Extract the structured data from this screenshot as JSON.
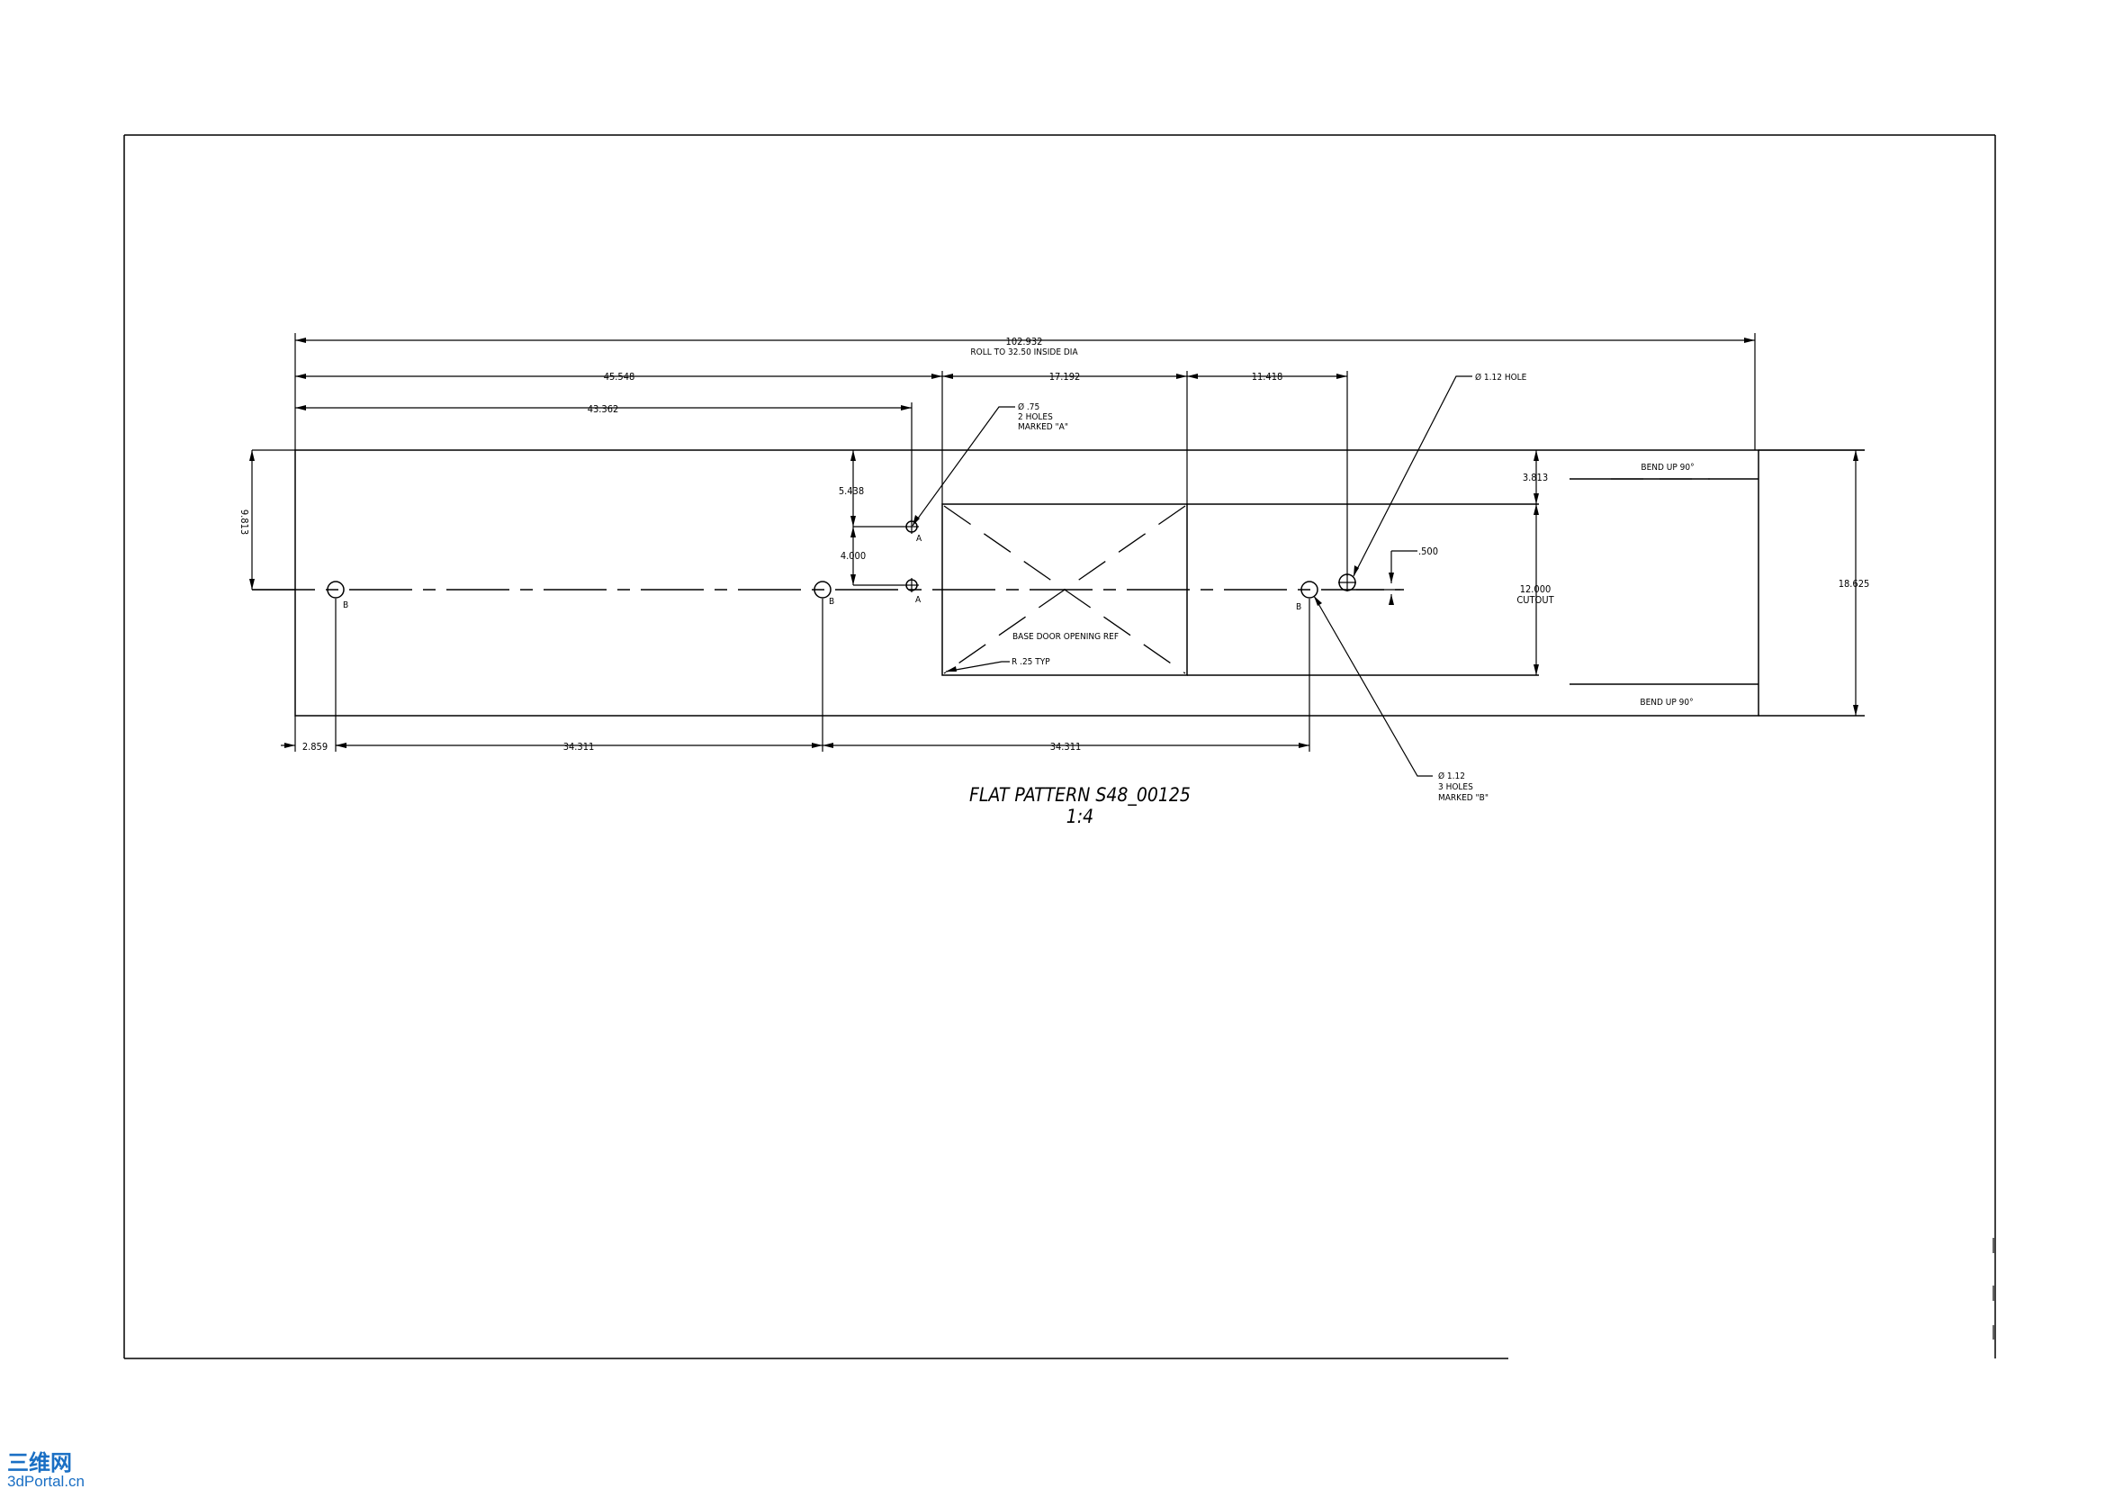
{
  "drawing": {
    "title": "FLAT PATTERN S48_00125",
    "scale": "1:4"
  },
  "dims": {
    "overall_length": "102.932",
    "roll_note": "ROLL TO 32.50 INSIDE DIA",
    "d_45548": "45.548",
    "d_43362": "43.362",
    "d_17192": "17.192",
    "d_11418": "11.418",
    "d_9813": "9.813",
    "d_5438": "5.438",
    "d_4000": "4.000",
    "d_3813": "3.813",
    "d_500": ".500",
    "d_18625": "18.625",
    "d_2859": "2.859",
    "d_34311_a": "34.311",
    "d_34311_b": "34.311",
    "cutout_value": "12.000",
    "cutout_label": "CUTOUT"
  },
  "notes": {
    "holes_a": [
      "Ø .75",
      "2 HOLES",
      "MARKED \"A\""
    ],
    "hole_112": "Ø 1.12 HOLE",
    "holes_b": [
      "Ø 1.12",
      "3 HOLES",
      "MARKED \"B\""
    ],
    "door_ref": "BASE DOOR OPENING REF",
    "radius": "R .25 TYP",
    "bend_top": "BEND UP 90°",
    "bend_bottom": "BEND UP 90°"
  },
  "markers": {
    "a": "A",
    "b": "B"
  },
  "watermark": {
    "brand": "三维网",
    "site": "3dPortal.cn"
  }
}
